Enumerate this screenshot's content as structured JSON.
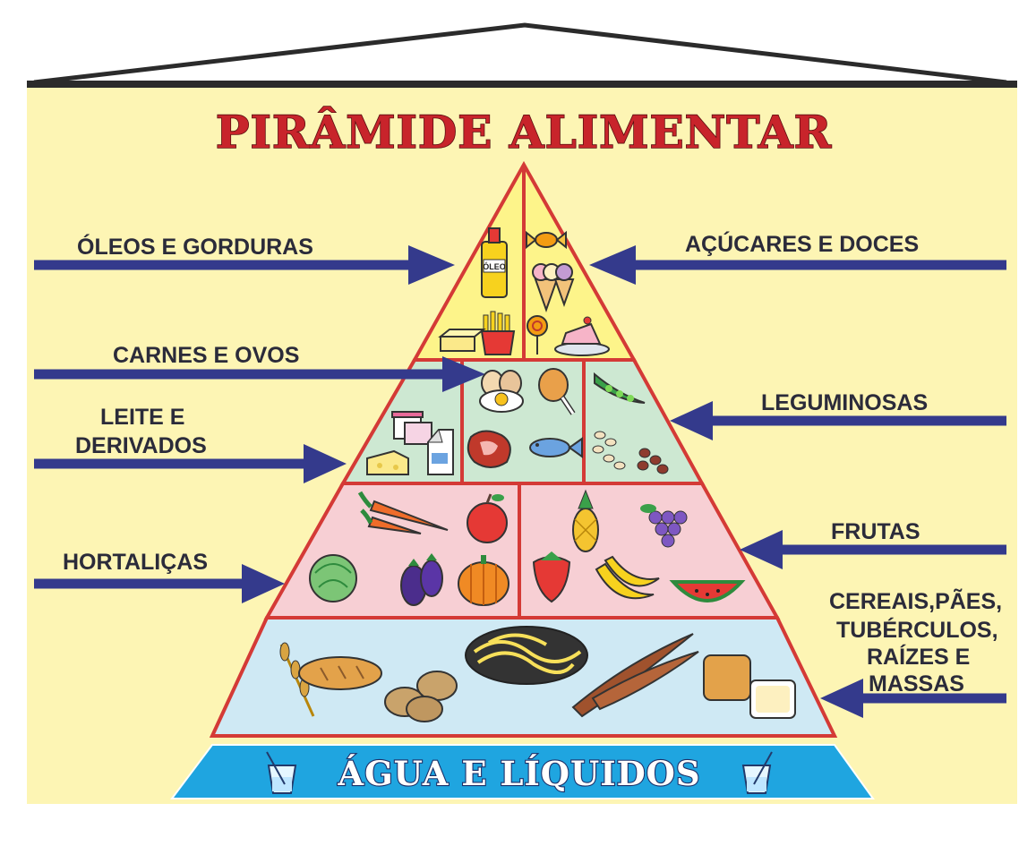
{
  "title": "PIRÂMIDE ALIMENTAR",
  "base_label": "ÁGUA E LÍQUIDOS",
  "labels": {
    "oleos": "ÓLEOS E GORDURAS",
    "acucares": "AÇÚCARES E DOCES",
    "carnes": "CARNES E OVOS",
    "leite_line1": "LEITE E",
    "leite_line2": "DERIVADOS",
    "leguminosas": "LEGUMINOSAS",
    "hortalicas": "HORTALIÇAS",
    "frutas": "FRUTAS",
    "cereais_line1": "CEREAIS,PÃES,",
    "cereais_line2": "TUBÉRCULOS,",
    "cereais_line3": "RAÍZES E",
    "cereais_line4": "MASSAS"
  },
  "bottle_text": "ÓLEO",
  "colors": {
    "poster_bg": "#fdf5b4",
    "frame": "#2b2b2b",
    "pyramid_outline": "#d43a36",
    "tier_top": "#fdf48a",
    "tier_protein": "#cde8d2",
    "tier_produce": "#f7cfd4",
    "tier_grains": "#cfe9f4",
    "water_band": "#1fa5e0",
    "arrow": "#343a8c",
    "title_red": "#c8242b"
  },
  "icons": [
    "oil-bottle-icon",
    "candy-icon",
    "ice-cream-icon",
    "fries-icon",
    "butter-icon",
    "lollipop-icon",
    "cake-icon",
    "eggs-icon",
    "chicken-leg-icon",
    "steak-icon",
    "fish-icon",
    "cheese-icon",
    "yogurt-icon",
    "milk-carton-icon",
    "pea-pod-icon",
    "beans-icon",
    "carrot-icon",
    "lettuce-icon",
    "eggplant-icon",
    "pumpkin-icon",
    "apple-icon",
    "pineapple-icon",
    "grapes-icon",
    "strawberry-icon",
    "banana-icon",
    "watermelon-icon",
    "wheat-icon",
    "bread-icon",
    "potato-icon",
    "spaghetti-icon",
    "cassava-icon",
    "sliced-bread-icon",
    "glass-icon"
  ]
}
